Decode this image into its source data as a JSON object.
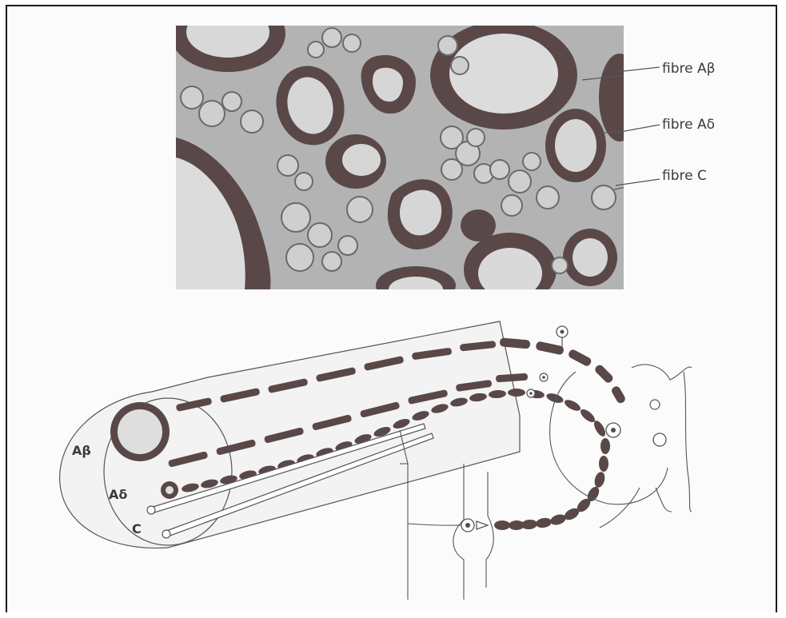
{
  "callouts": {
    "a_beta": "fibre Aβ",
    "a_delta": "fibre Aδ",
    "c": "fibre C"
  },
  "nerve_labels": {
    "a_beta": "Aβ",
    "a_delta": "Aδ",
    "c": "C"
  },
  "colors": {
    "myelin": "#5a4848",
    "micrograph_bg": "#b9b9b9",
    "axoplasm": "#d9d9d9",
    "line": "#555555"
  }
}
